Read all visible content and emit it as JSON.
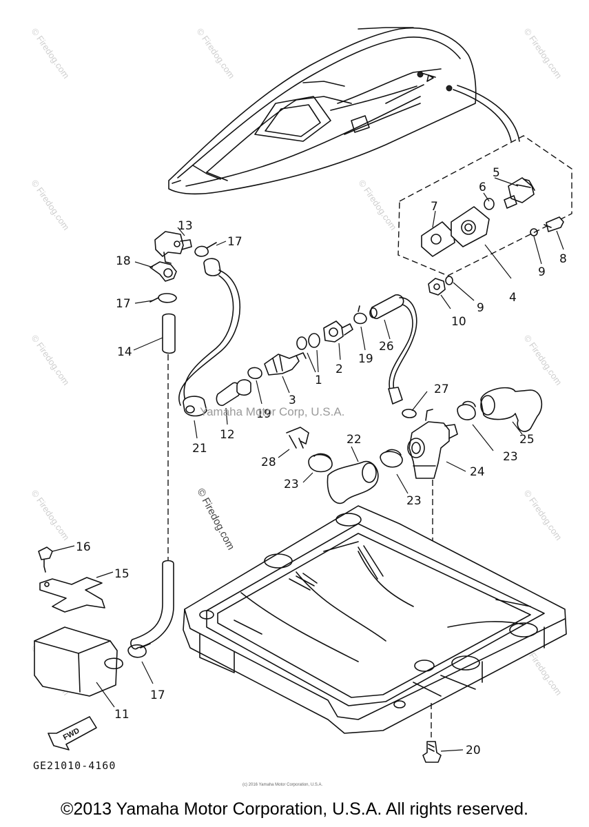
{
  "callouts": {
    "n1": "1",
    "n2": "2",
    "n3": "3",
    "n4": "4",
    "n5": "5",
    "n6": "6",
    "n7": "7",
    "n8": "8",
    "n9a": "9",
    "n9b": "9",
    "n10": "10",
    "n11": "11",
    "n12": "12",
    "n13": "13",
    "n14": "14",
    "n15": "15",
    "n16": "16",
    "n17a": "17",
    "n17b": "17",
    "n17c": "17",
    "n18": "18",
    "n19a": "19",
    "n19b": "19",
    "n20": "20",
    "n21": "21",
    "n22": "22",
    "n23a": "23",
    "n23b": "23",
    "n23c": "23",
    "n24": "24",
    "n25": "25",
    "n26": "26",
    "n27": "27",
    "n28": "28"
  },
  "fwd_label": "FWD",
  "diagram_code": "GE21010-4160",
  "center_watermark": "Yamaha Motor Corp, U.S.A.",
  "firedog_watermark": "© Firedog.com",
  "small_credit": "(c) 2016 Yamaha Motor Corporation, U.S.A.",
  "copyright": "©2013 Yamaha Motor Corporation, U.S.A. All rights reserved."
}
